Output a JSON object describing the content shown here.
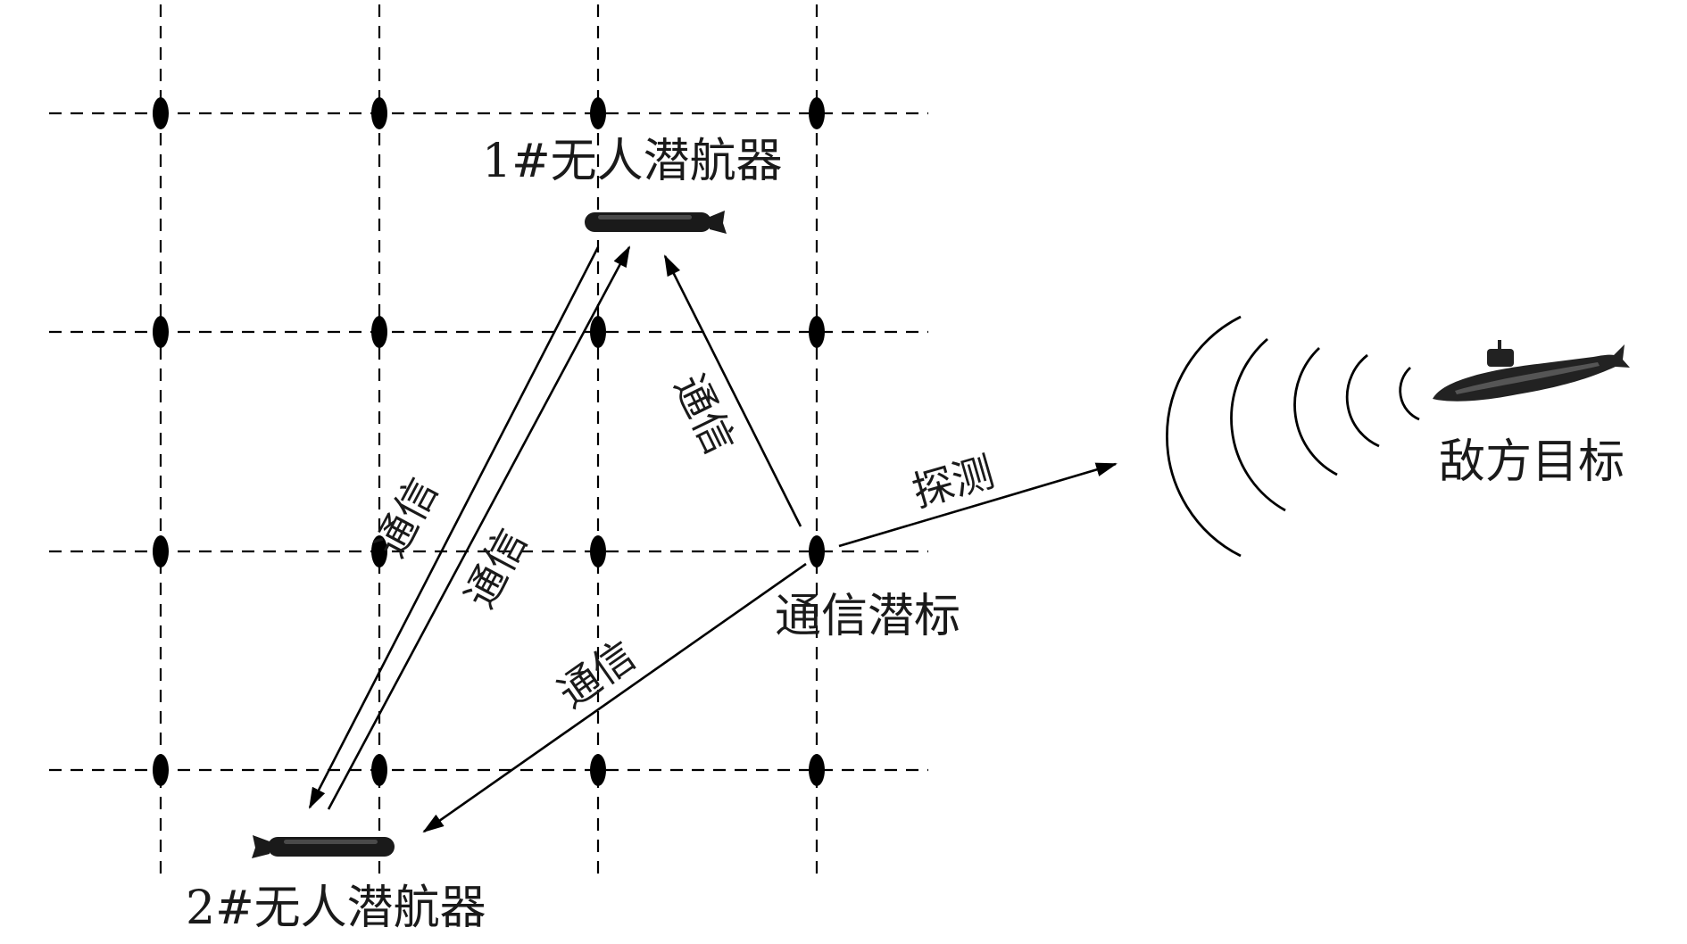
{
  "labels": {
    "uuv1": "1#无人潜航器",
    "uuv2": "2#无人潜航器",
    "buoy": "通信潜标",
    "target": "敌方目标"
  },
  "edge_labels": {
    "buoy_to_uuv1": "通信",
    "uuv2_to_uuv1": "通信",
    "uuv1_to_uuv2": "通信",
    "buoy_to_uuv2": "通信",
    "detect": "探测"
  }
}
